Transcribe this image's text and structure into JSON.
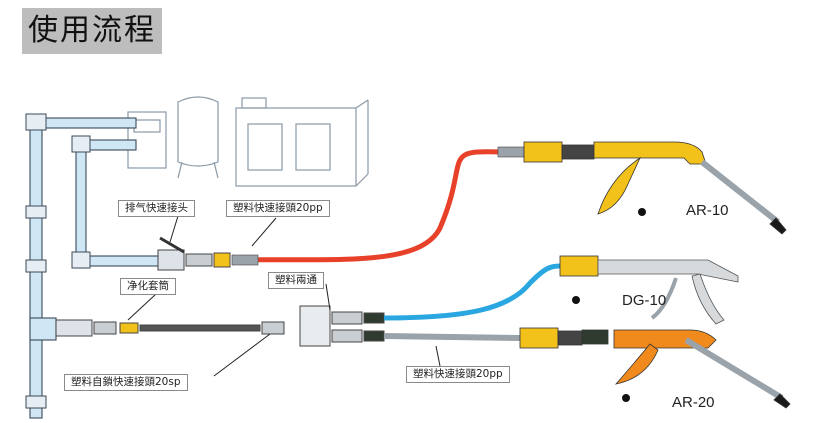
{
  "title": "使用流程",
  "labels": {
    "exhaust_coupler": "排气快速接头",
    "plastic_coupler_20pp_top": "塑料快速接頭20pp",
    "clean_sleeve": "净化套筒",
    "plastic_two_way": "塑料兩通",
    "plastic_coupler_20pp_bottom": "塑料快速接頭20pp",
    "plastic_selflock_20sp": "塑料自鎖快速接頭20sp"
  },
  "models": {
    "ar10": "AR-10",
    "dg10": "DG-10",
    "ar20": "AR-20"
  },
  "colors": {
    "red_hose": "#e8412a",
    "blue_hose": "#2aa6e0",
    "yellow_coupler": "#f2c21b",
    "orange_gun": "#f08a1c",
    "pipe_blue": "#cfe6f5",
    "pipe_line": "#3b4b5a"
  }
}
